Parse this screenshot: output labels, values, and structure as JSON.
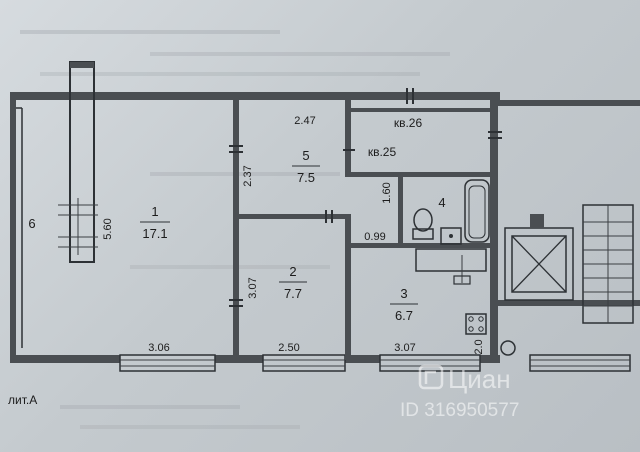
{
  "plan": {
    "letter_label": "лит.А",
    "rooms": [
      {
        "number": "1",
        "area": "17.1"
      },
      {
        "number": "2",
        "area": "7.7"
      },
      {
        "number": "3",
        "area": "6.7"
      },
      {
        "number": "4",
        "area": ""
      },
      {
        "number": "5",
        "area": "7.5"
      },
      {
        "number": "6",
        "area": ""
      }
    ],
    "neighbors": [
      "кв.26",
      "кв.25"
    ],
    "dimensions": {
      "d560": "5.60",
      "d247": "2.47",
      "d237": "2.37",
      "d160": "1.60",
      "d099": "0.99",
      "d307v": "3.07",
      "d306": "3.06",
      "d250": "2.50",
      "d307h": "3.07",
      "d20": "2.0"
    }
  },
  "watermark": {
    "brand": "Циан",
    "id_text": "ID 316950577"
  }
}
